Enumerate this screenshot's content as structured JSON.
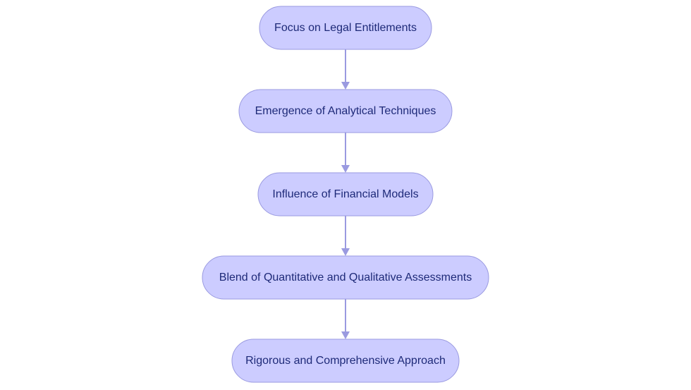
{
  "diagram": {
    "type": "flowchart",
    "direction": "top-to-bottom",
    "colors": {
      "node_fill": "#ccccff",
      "node_border": "#9a9ae0",
      "edge": "#9a9ae0",
      "text": "#1e2a78"
    },
    "nodes": [
      {
        "id": "n1",
        "label": "Focus on Legal Entitlements"
      },
      {
        "id": "n2",
        "label": "Emergence of Analytical Techniques"
      },
      {
        "id": "n3",
        "label": "Influence of Financial Models"
      },
      {
        "id": "n4",
        "label": "Blend of Quantitative and Qualitative Assessments"
      },
      {
        "id": "n5",
        "label": "Rigorous and Comprehensive Approach"
      }
    ],
    "edges": [
      {
        "from": "n1",
        "to": "n2"
      },
      {
        "from": "n2",
        "to": "n3"
      },
      {
        "from": "n3",
        "to": "n4"
      },
      {
        "from": "n4",
        "to": "n5"
      }
    ]
  }
}
